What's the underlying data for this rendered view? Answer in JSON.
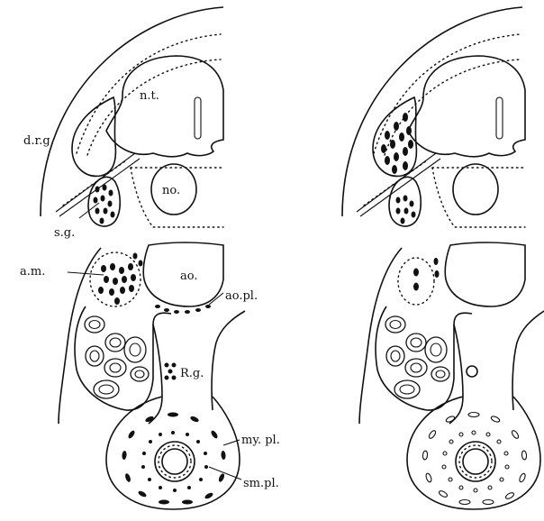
{
  "labels": {
    "nt": "n.t.",
    "drg": "d.r.g.",
    "no": "no.",
    "sg": "s.g.",
    "ao": "ao.",
    "am": "a.m.",
    "aopl": "ao.pl.",
    "rg": "R.g.",
    "mypl": "my. pl.",
    "smpl": "sm.pl."
  }
}
